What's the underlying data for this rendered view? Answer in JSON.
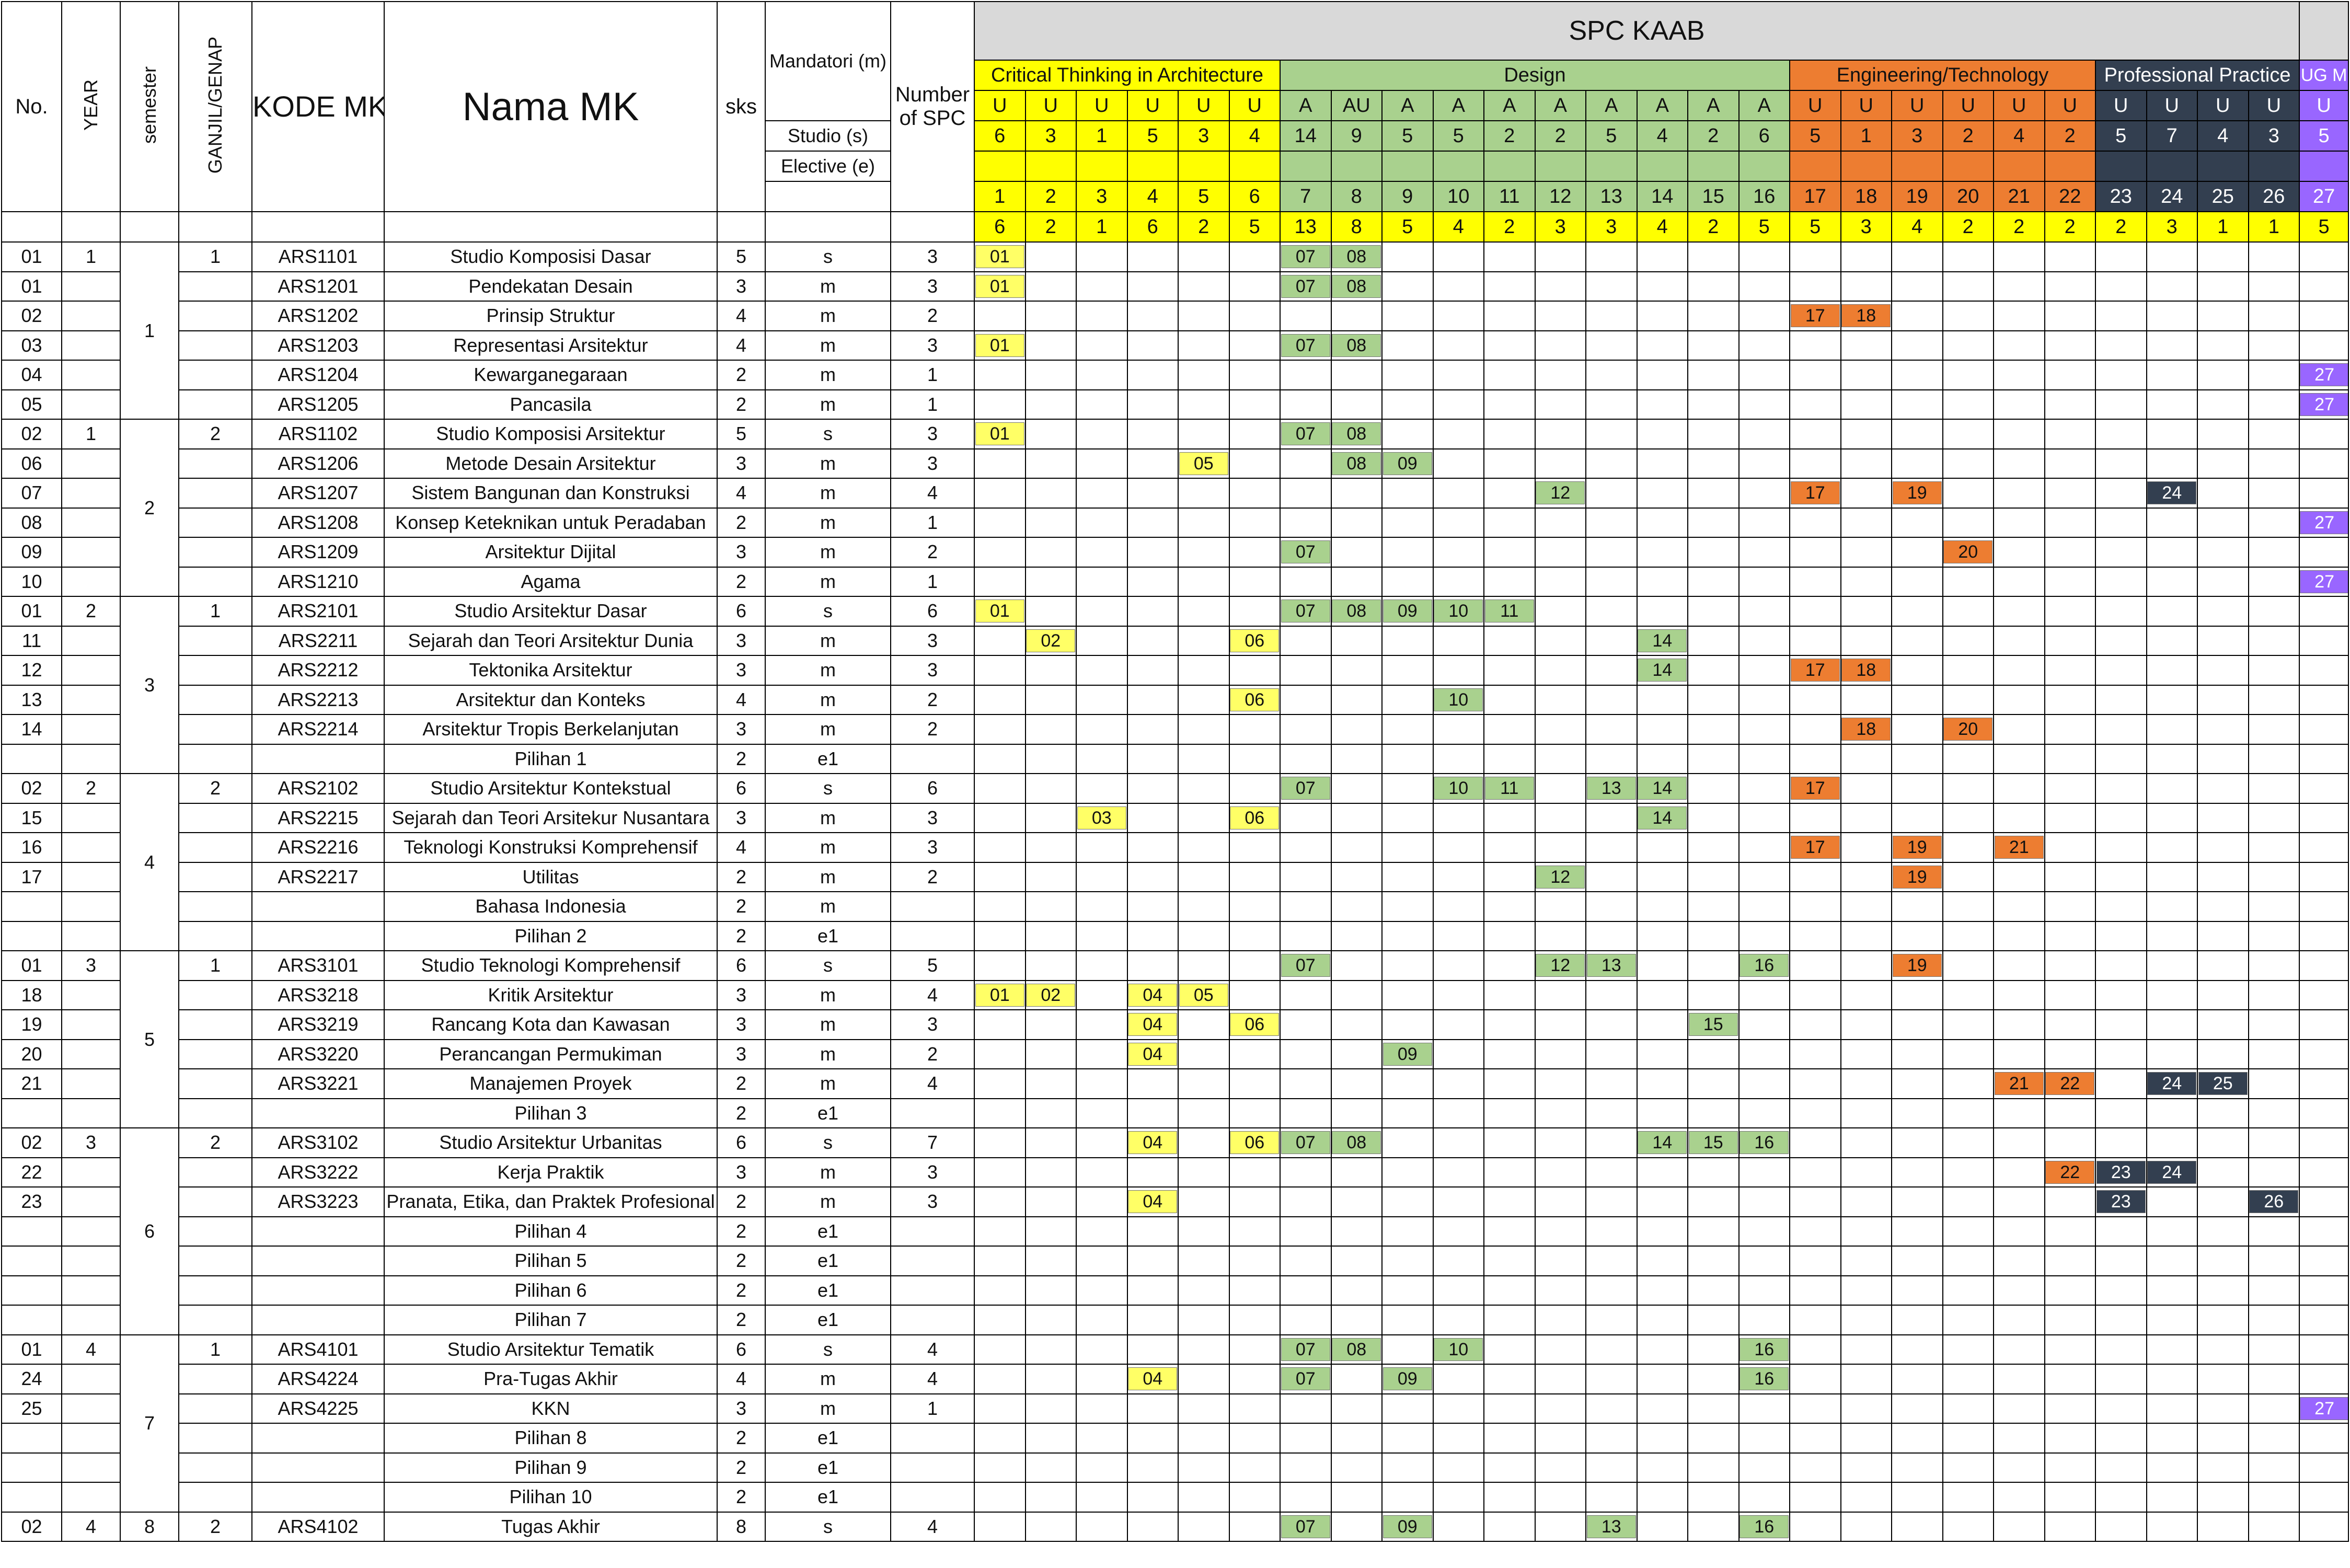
{
  "headers": {
    "no": "No.",
    "year": "YEAR",
    "semester": "semester",
    "ganjil": "GANJIL/GENAP",
    "kode": "KODE MK",
    "nama": "Nama MK",
    "sks": "sks",
    "mandatori": "Mandatori (m)",
    "studio": "Studio (s)",
    "elective": "Elective (e)",
    "number_spc": "Number of SPC",
    "spc_title": "SPC KAAB"
  },
  "categories": [
    {
      "label": "Critical Thinking in Architecture",
      "span": 6,
      "cls": "cat1"
    },
    {
      "label": "Design",
      "span": 10,
      "cls": "cat2"
    },
    {
      "label": "Engineering/Technology",
      "span": 6,
      "cls": "cat3"
    },
    {
      "label": "Professional Practice",
      "span": 4,
      "cls": "cat4"
    },
    {
      "label": "UG M",
      "span": 1,
      "cls": "cat5"
    }
  ],
  "spc_columns": [
    {
      "lvl": "U",
      "cnt": "6",
      "num": "1",
      "tot": "6",
      "c": "y"
    },
    {
      "lvl": "U",
      "cnt": "3",
      "num": "2",
      "tot": "2",
      "c": "y"
    },
    {
      "lvl": "U",
      "cnt": "1",
      "num": "3",
      "tot": "1",
      "c": "y"
    },
    {
      "lvl": "U",
      "cnt": "5",
      "num": "4",
      "tot": "6",
      "c": "y"
    },
    {
      "lvl": "U",
      "cnt": "3",
      "num": "5",
      "tot": "2",
      "c": "y"
    },
    {
      "lvl": "U",
      "cnt": "4",
      "num": "6",
      "tot": "5",
      "c": "y"
    },
    {
      "lvl": "A",
      "cnt": "14",
      "num": "7",
      "tot": "13",
      "c": "g"
    },
    {
      "lvl": "AU",
      "cnt": "9",
      "num": "8",
      "tot": "8",
      "c": "g"
    },
    {
      "lvl": "A",
      "cnt": "5",
      "num": "9",
      "tot": "5",
      "c": "g"
    },
    {
      "lvl": "A",
      "cnt": "5",
      "num": "10",
      "tot": "4",
      "c": "g"
    },
    {
      "lvl": "A",
      "cnt": "2",
      "num": "11",
      "tot": "2",
      "c": "g"
    },
    {
      "lvl": "A",
      "cnt": "2",
      "num": "12",
      "tot": "3",
      "c": "g"
    },
    {
      "lvl": "A",
      "cnt": "5",
      "num": "13",
      "tot": "3",
      "c": "g"
    },
    {
      "lvl": "A",
      "cnt": "4",
      "num": "14",
      "tot": "4",
      "c": "g"
    },
    {
      "lvl": "A",
      "cnt": "2",
      "num": "15",
      "tot": "2",
      "c": "g"
    },
    {
      "lvl": "A",
      "cnt": "6",
      "num": "16",
      "tot": "5",
      "c": "g"
    },
    {
      "lvl": "U",
      "cnt": "5",
      "num": "17",
      "tot": "5",
      "c": "o"
    },
    {
      "lvl": "U",
      "cnt": "1",
      "num": "18",
      "tot": "3",
      "c": "o"
    },
    {
      "lvl": "U",
      "cnt": "3",
      "num": "19",
      "tot": "4",
      "c": "o"
    },
    {
      "lvl": "U",
      "cnt": "2",
      "num": "20",
      "tot": "2",
      "c": "o"
    },
    {
      "lvl": "U",
      "cnt": "4",
      "num": "21",
      "tot": "2",
      "c": "o"
    },
    {
      "lvl": "U",
      "cnt": "2",
      "num": "22",
      "tot": "2",
      "c": "o"
    },
    {
      "lvl": "U",
      "cnt": "5",
      "num": "23",
      "tot": "2",
      "c": "d"
    },
    {
      "lvl": "U",
      "cnt": "7",
      "num": "24",
      "tot": "3",
      "c": "d"
    },
    {
      "lvl": "U",
      "cnt": "4",
      "num": "25",
      "tot": "1",
      "c": "d"
    },
    {
      "lvl": "U",
      "cnt": "3",
      "num": "26",
      "tot": "1",
      "c": "d"
    },
    {
      "lvl": "U",
      "cnt": "5",
      "num": "27",
      "tot": "5",
      "c": "p"
    }
  ],
  "groups": [
    {
      "semester": "1",
      "rows": [
        {
          "no": "01",
          "year": "1",
          "ganjil": "1",
          "kode": "ARS1101",
          "nama": "Studio Komposisi Dasar",
          "sks": "5",
          "type": "s",
          "spc": "3",
          "marks": [
            "01",
            "07",
            "08"
          ]
        },
        {
          "no": "01",
          "year": "",
          "ganjil": "",
          "kode": "ARS1201",
          "nama": "Pendekatan Desain",
          "sks": "3",
          "type": "m",
          "spc": "3",
          "marks": [
            "01",
            "07",
            "08"
          ]
        },
        {
          "no": "02",
          "year": "",
          "ganjil": "",
          "kode": "ARS1202",
          "nama": "Prinsip Struktur",
          "sks": "4",
          "type": "m",
          "spc": "2",
          "marks": [
            "17",
            "18"
          ]
        },
        {
          "no": "03",
          "year": "",
          "ganjil": "",
          "kode": "ARS1203",
          "nama": "Representasi Arsitektur",
          "sks": "4",
          "type": "m",
          "spc": "3",
          "marks": [
            "01",
            "07",
            "08"
          ]
        },
        {
          "no": "04",
          "year": "",
          "ganjil": "",
          "kode": "ARS1204",
          "nama": "Kewarganegaraan",
          "sks": "2",
          "type": "m",
          "spc": "1",
          "marks": [
            "27"
          ]
        },
        {
          "no": "05",
          "year": "",
          "ganjil": "",
          "kode": "ARS1205",
          "nama": "Pancasila",
          "sks": "2",
          "type": "m",
          "spc": "1",
          "marks": [
            "27"
          ]
        }
      ]
    },
    {
      "semester": "2",
      "rows": [
        {
          "no": "02",
          "year": "1",
          "ganjil": "2",
          "kode": "ARS1102",
          "nama": "Studio Komposisi Arsitektur",
          "sks": "5",
          "type": "s",
          "spc": "3",
          "marks": [
            "01",
            "07",
            "08"
          ]
        },
        {
          "no": "06",
          "year": "",
          "ganjil": "",
          "kode": "ARS1206",
          "nama": "Metode Desain Arsitektur",
          "sks": "3",
          "type": "m",
          "spc": "3",
          "marks": [
            "05",
            "08",
            "09"
          ]
        },
        {
          "no": "07",
          "year": "",
          "ganjil": "",
          "kode": "ARS1207",
          "nama": "Sistem Bangunan dan Konstruksi",
          "sks": "4",
          "type": "m",
          "spc": "4",
          "marks": [
            "12",
            "17",
            "19",
            "24"
          ]
        },
        {
          "no": "08",
          "year": "",
          "ganjil": "",
          "kode": "ARS1208",
          "nama": "Konsep Keteknikan untuk Peradaban",
          "sks": "2",
          "type": "m",
          "spc": "1",
          "marks": [
            "27"
          ]
        },
        {
          "no": "09",
          "year": "",
          "ganjil": "",
          "kode": "ARS1209",
          "nama": "Arsitektur Dijital",
          "sks": "3",
          "type": "m",
          "spc": "2",
          "marks": [
            "07",
            "20"
          ]
        },
        {
          "no": "10",
          "year": "",
          "ganjil": "",
          "kode": "ARS1210",
          "nama": "Agama",
          "sks": "2",
          "type": "m",
          "spc": "1",
          "marks": [
            "27"
          ]
        }
      ]
    },
    {
      "semester": "3",
      "rows": [
        {
          "no": "01",
          "year": "2",
          "ganjil": "1",
          "kode": "ARS2101",
          "nama": "Studio Arsitektur Dasar",
          "sks": "6",
          "type": "s",
          "spc": "6",
          "marks": [
            "01",
            "07",
            "08",
            "09",
            "10",
            "11"
          ]
        },
        {
          "no": "11",
          "year": "",
          "ganjil": "",
          "kode": "ARS2211",
          "nama": "Sejarah dan Teori Arsitektur Dunia",
          "sks": "3",
          "type": "m",
          "spc": "3",
          "marks": [
            "02",
            "06",
            "14"
          ]
        },
        {
          "no": "12",
          "year": "",
          "ganjil": "",
          "kode": "ARS2212",
          "nama": "Tektonika Arsitektur",
          "sks": "3",
          "type": "m",
          "spc": "3",
          "marks": [
            "14",
            "17",
            "18"
          ]
        },
        {
          "no": "13",
          "year": "",
          "ganjil": "",
          "kode": "ARS2213",
          "nama": "Arsitektur dan Konteks",
          "sks": "4",
          "type": "m",
          "spc": "2",
          "marks": [
            "06",
            "10"
          ]
        },
        {
          "no": "14",
          "year": "",
          "ganjil": "",
          "kode": "ARS2214",
          "nama": "Arsitektur Tropis Berkelanjutan",
          "sks": "3",
          "type": "m",
          "spc": "2",
          "marks": [
            "18",
            "20"
          ]
        },
        {
          "no": "",
          "year": "",
          "ganjil": "",
          "kode": "",
          "nama": "Pilihan 1",
          "sks": "2",
          "type": "e1",
          "spc": "",
          "marks": []
        }
      ]
    },
    {
      "semester": "4",
      "rows": [
        {
          "no": "02",
          "year": "2",
          "ganjil": "2",
          "kode": "ARS2102",
          "nama": "Studio Arsitektur Kontekstual",
          "sks": "6",
          "type": "s",
          "spc": "6",
          "marks": [
            "07",
            "10",
            "11",
            "13",
            "14",
            "17"
          ]
        },
        {
          "no": "15",
          "year": "",
          "ganjil": "",
          "kode": "ARS2215",
          "nama": "Sejarah dan Teori Arsitekur Nusantara",
          "sks": "3",
          "type": "m",
          "spc": "3",
          "marks": [
            "03",
            "06",
            "14"
          ]
        },
        {
          "no": "16",
          "year": "",
          "ganjil": "",
          "kode": "ARS2216",
          "nama": "Teknologi Konstruksi Komprehensif",
          "sks": "4",
          "type": "m",
          "spc": "3",
          "marks": [
            "17",
            "19",
            "21"
          ]
        },
        {
          "no": "17",
          "year": "",
          "ganjil": "",
          "kode": "ARS2217",
          "nama": "Utilitas",
          "sks": "2",
          "type": "m",
          "spc": "2",
          "marks": [
            "12",
            "19"
          ]
        },
        {
          "no": "",
          "year": "",
          "ganjil": "",
          "kode": "",
          "nama": "Bahasa Indonesia",
          "sks": "2",
          "type": "m",
          "spc": "",
          "marks": []
        },
        {
          "no": "",
          "year": "",
          "ganjil": "",
          "kode": "",
          "nama": "Pilihan 2",
          "sks": "2",
          "type": "e1",
          "spc": "",
          "marks": []
        }
      ]
    },
    {
      "semester": "5",
      "rows": [
        {
          "no": "01",
          "year": "3",
          "ganjil": "1",
          "kode": "ARS3101",
          "nama": "Studio Teknologi Komprehensif",
          "sks": "6",
          "type": "s",
          "spc": "5",
          "marks": [
            "07",
            "12",
            "13",
            "16",
            "19"
          ]
        },
        {
          "no": "18",
          "year": "",
          "ganjil": "",
          "kode": "ARS3218",
          "nama": "Kritik Arsitektur",
          "sks": "3",
          "type": "m",
          "spc": "4",
          "marks": [
            "01",
            "02",
            "04",
            "05"
          ]
        },
        {
          "no": "19",
          "year": "",
          "ganjil": "",
          "kode": "ARS3219",
          "nama": "Rancang Kota dan Kawasan",
          "sks": "3",
          "type": "m",
          "spc": "3",
          "marks": [
            "04",
            "06",
            "15"
          ]
        },
        {
          "no": "20",
          "year": "",
          "ganjil": "",
          "kode": "ARS3220",
          "nama": "Perancangan Permukiman",
          "sks": "3",
          "type": "m",
          "spc": "2",
          "marks": [
            "04",
            "09"
          ]
        },
        {
          "no": "21",
          "year": "",
          "ganjil": "",
          "kode": "ARS3221",
          "nama": "Manajemen Proyek",
          "sks": "2",
          "type": "m",
          "spc": "4",
          "marks": [
            "21",
            "22",
            "24",
            "25"
          ]
        },
        {
          "no": "",
          "year": "",
          "ganjil": "",
          "kode": "",
          "nama": "Pilihan 3",
          "sks": "2",
          "type": "e1",
          "spc": "",
          "marks": []
        }
      ]
    },
    {
      "semester": "6",
      "rows": [
        {
          "no": "02",
          "year": "3",
          "ganjil": "2",
          "kode": "ARS3102",
          "nama": "Studio Arsitektur Urbanitas",
          "sks": "6",
          "type": "s",
          "spc": "7",
          "marks": [
            "04",
            "06",
            "07",
            "08",
            "14",
            "15",
            "16"
          ]
        },
        {
          "no": "22",
          "year": "",
          "ganjil": "",
          "kode": "ARS3222",
          "nama": "Kerja Praktik",
          "sks": "3",
          "type": "m",
          "spc": "3",
          "marks": [
            "22",
            "23",
            "24"
          ]
        },
        {
          "no": "23",
          "year": "",
          "ganjil": "",
          "kode": "ARS3223",
          "nama": "Pranata, Etika, dan Praktek Profesional",
          "sks": "2",
          "type": "m",
          "spc": "3",
          "marks": [
            "04",
            "23",
            "26"
          ]
        },
        {
          "no": "",
          "year": "",
          "ganjil": "",
          "kode": "",
          "nama": "Pilihan 4",
          "sks": "2",
          "type": "e1",
          "spc": "",
          "marks": []
        },
        {
          "no": "",
          "year": "",
          "ganjil": "",
          "kode": "",
          "nama": "Pilihan 5",
          "sks": "2",
          "type": "e1",
          "spc": "",
          "marks": []
        },
        {
          "no": "",
          "year": "",
          "ganjil": "",
          "kode": "",
          "nama": "Pilihan 6",
          "sks": "2",
          "type": "e1",
          "spc": "",
          "marks": []
        },
        {
          "no": "",
          "year": "",
          "ganjil": "",
          "kode": "",
          "nama": "Pilihan 7",
          "sks": "2",
          "type": "e1",
          "spc": "",
          "marks": []
        }
      ]
    },
    {
      "semester": "7",
      "rows": [
        {
          "no": "01",
          "year": "4",
          "ganjil": "1",
          "kode": "ARS4101",
          "nama": "Studio Arsitektur Tematik",
          "sks": "6",
          "type": "s",
          "spc": "4",
          "marks": [
            "07",
            "08",
            "10",
            "16"
          ]
        },
        {
          "no": "24",
          "year": "",
          "ganjil": "",
          "kode": "ARS4224",
          "nama": "Pra-Tugas Akhir",
          "sks": "4",
          "type": "m",
          "spc": "4",
          "marks": [
            "04",
            "07",
            "09",
            "16"
          ]
        },
        {
          "no": "25",
          "year": "",
          "ganjil": "",
          "kode": "ARS4225",
          "nama": "KKN",
          "sks": "3",
          "type": "m",
          "spc": "1",
          "marks": [
            "27"
          ]
        },
        {
          "no": "",
          "year": "",
          "ganjil": "",
          "kode": "",
          "nama": "Pilihan 8",
          "sks": "2",
          "type": "e1",
          "spc": "",
          "marks": []
        },
        {
          "no": "",
          "year": "",
          "ganjil": "",
          "kode": "",
          "nama": "Pilihan 9",
          "sks": "2",
          "type": "e1",
          "spc": "",
          "marks": []
        },
        {
          "no": "",
          "year": "",
          "ganjil": "",
          "kode": "",
          "nama": "Pilihan 10",
          "sks": "2",
          "type": "e1",
          "spc": "",
          "marks": []
        }
      ]
    },
    {
      "semester": "8",
      "rows": [
        {
          "no": "02",
          "year": "4",
          "ganjil": "2",
          "kode": "ARS4102",
          "nama": "Tugas Akhir",
          "sks": "8",
          "type": "s",
          "spc": "4",
          "marks": [
            "07",
            "09",
            "13",
            "16"
          ]
        }
      ]
    }
  ]
}
